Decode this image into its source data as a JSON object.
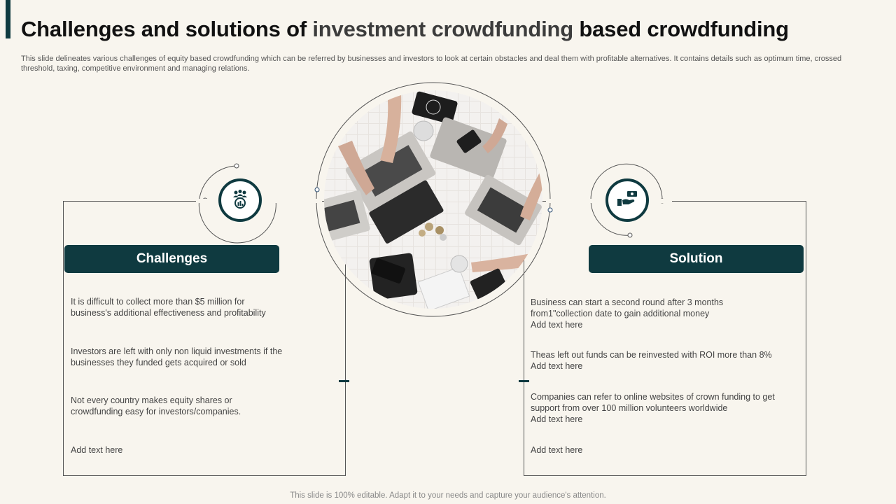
{
  "slide": {
    "title_part1": "Challenges and solutions of ",
    "title_highlight": "investment crowdfunding",
    "title_part2": " based crowdfunding",
    "description": "This slide delineates various challenges of equity based crowdfunding which can be referred by businesses and investors to look at certain obstacles and deal them with profitable alternatives. It contains details such as optimum time, crossed threshold, taxing, competitive environment and managing relations.",
    "footer": "This slide is 100% editable. Adapt it to your needs and capture your audience's attention."
  },
  "challenges": {
    "header": "Challenges",
    "icon": "investors-chart-icon",
    "items": [
      {
        "line1": "It is difficult to collect more than $5 million for",
        "line2": "business's additional effectiveness  and profitability"
      },
      {
        "line1": "Investors  are left with only non liquid investments  if the",
        "line2": "businesses they funded  gets acquired  or sold"
      },
      {
        "line1": "Not  every  country makes equity shares  or",
        "line2": "crowdfunding  easy for investors/companies."
      },
      {
        "line1": "Add text here"
      }
    ]
  },
  "solution": {
    "header": "Solution",
    "icon": "hand-money-icon",
    "items": [
      {
        "line1": "Business can start a second round  after 3 months",
        "line2": "from1\"collection  date to gain additional money",
        "line3": "Add text here"
      },
      {
        "line1": "Theas left out funds can be reinvested  with ROI  more than 8%",
        "line2": "Add text here"
      },
      {
        "line1": "Companies  can refer to online websites of crown funding to get",
        "line2": "support from over  100 million volunteers  worldwide",
        "line3": "Add text here"
      },
      {
        "line1": "Add text here"
      }
    ]
  },
  "center_image": "overhead-team-laptops-photo",
  "colors": {
    "accent": "#0f3a40",
    "background": "#f8f5ee"
  }
}
